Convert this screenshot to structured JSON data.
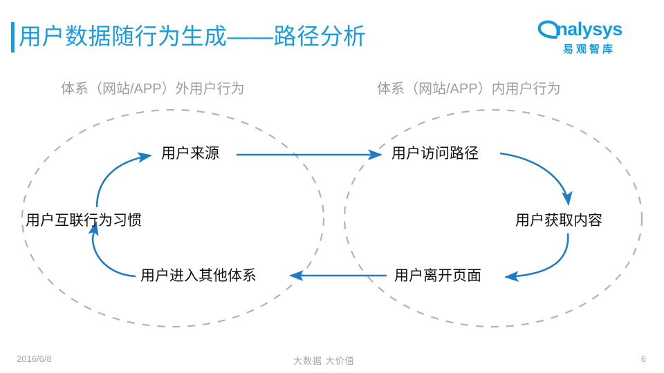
{
  "slide": {
    "title": "用户数据随行为生成——路径分析",
    "accent_color": "#1a9bdc",
    "arrow_color": "#1f7bc4",
    "ellipse_color": "#b3b3b3"
  },
  "logo": {
    "wordmark": "nalysys",
    "subtitle": "易观智库",
    "mark_name": "analysys-swoosh-icon",
    "color": "#0f9bdc"
  },
  "groups": {
    "left_caption": "体系（网站/APP）外用户行为",
    "right_caption": "体系（网站/APP）内用户行为"
  },
  "nodes": {
    "user_source": "用户来源",
    "user_habits": "用户互联行为习惯",
    "user_other_system": "用户进入其他体系",
    "user_visit_path": "用户访问路径",
    "user_get_content": "用户获取内容",
    "user_leave_page": "用户离开页面"
  },
  "footer": {
    "date": "2016/6/8",
    "slogan": "大数据  大价值",
    "page_number": "6"
  }
}
